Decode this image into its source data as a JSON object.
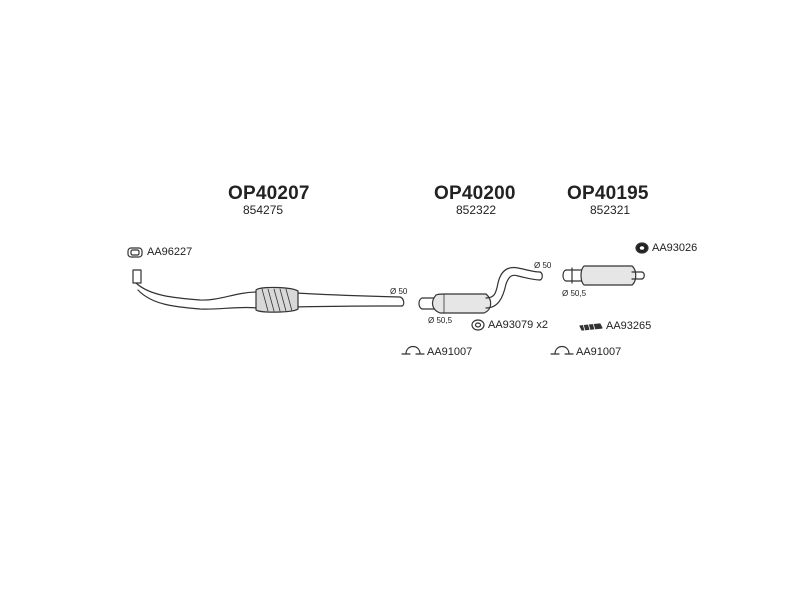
{
  "sections": [
    {
      "title": "OP40207",
      "ref": "854275"
    },
    {
      "title": "OP40200",
      "ref": "852322"
    },
    {
      "title": "OP40195",
      "ref": "852321"
    }
  ],
  "parts": {
    "gasket": "AA96227",
    "seal_ring": "AA93079 x2",
    "clamp_left": "AA91007",
    "clamp_right": "AA91007",
    "rubber_mount": "AA93026",
    "hanger_strip": "AA93265"
  },
  "diameters": {
    "front_pipe_end": "Ø 50",
    "middle_inlet": "Ø 50,5",
    "middle_outlet": "Ø 50",
    "rear_inlet": "Ø 50,5"
  }
}
